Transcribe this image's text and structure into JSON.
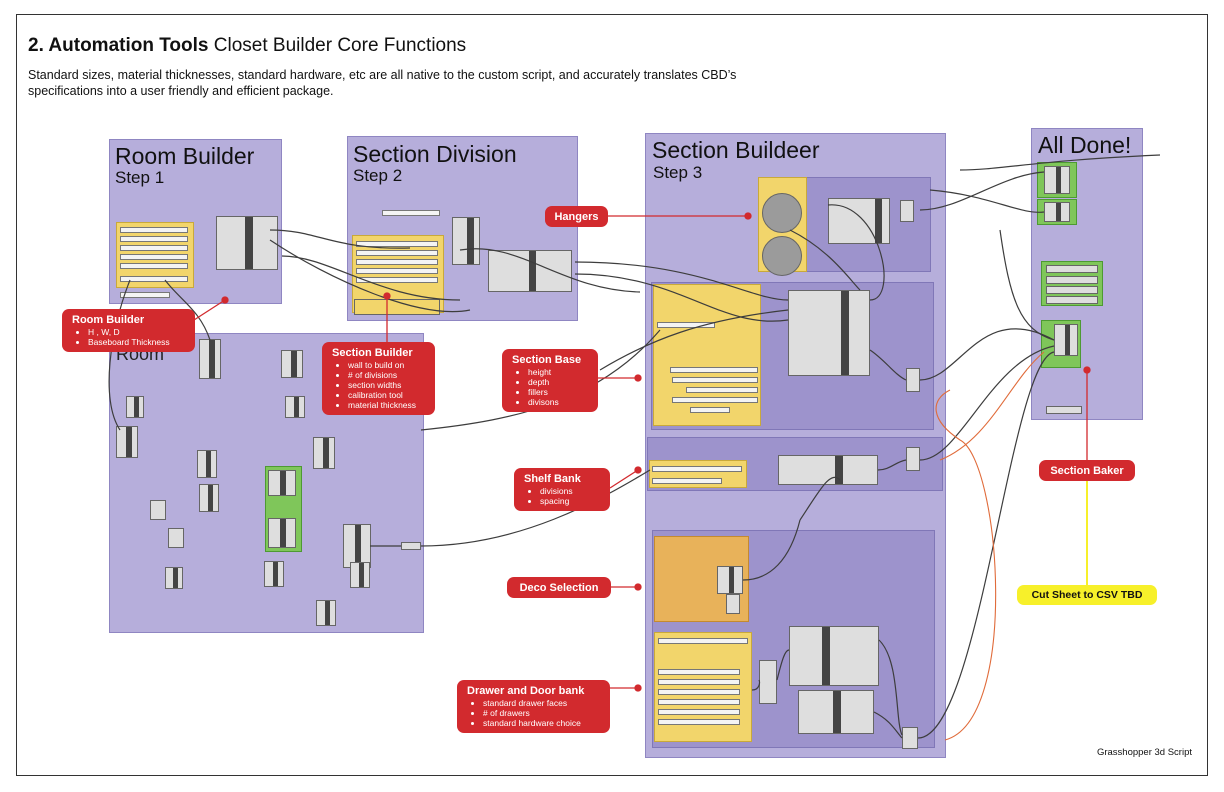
{
  "header": {
    "title_bold": "2. Automation Tools",
    "title_rest": " Closet Builder Core Functions",
    "subtitle": "Standard sizes, material thicknesses, standard hardware, etc are all native to the custom script, and accurately translates CBD’s specifications into a user friendly and efficient package."
  },
  "groups": {
    "room_builder": {
      "title": "Room Builder",
      "step": "Step 1"
    },
    "section_division": {
      "title": "Section Division",
      "step": "Step 2"
    },
    "section_builder": {
      "title": "Section  Buildeer",
      "step": "Step 3"
    },
    "all_done": {
      "title": "All Done!"
    },
    "room_partial": "Room"
  },
  "callouts": {
    "room_builder": {
      "title": "Room Builder",
      "items": [
        "H , W, D",
        "Baseboard Thickness"
      ]
    },
    "section_builder": {
      "title": "Section Builder",
      "items": [
        "wall to build on",
        "# of divisions",
        "section widths",
        "calibration tool",
        "material thickness"
      ]
    },
    "section_base": {
      "title": "Section Base",
      "items": [
        "height",
        "depth",
        "fillers",
        "divisons"
      ]
    },
    "shelf_bank": {
      "title": "Shelf Bank",
      "items": [
        "divisions",
        "spacing"
      ]
    },
    "drawer_door": {
      "title": "Drawer and Door bank",
      "items": [
        "standard drawer faces",
        "# of drawers",
        "standard hardware choice"
      ]
    },
    "hangers": "Hangers",
    "deco_selection": "Deco Selection",
    "section_baker": "Section Baker",
    "cut_sheet": "Cut Sheet to CSV TBD"
  },
  "footer": "Grasshopper 3d Script",
  "colors": {
    "callout": "#d22a2e",
    "group": "#b6aedb",
    "subgroup": "#9d93cc",
    "param": "#f2d56b",
    "green": "#7fc65a",
    "highlight": "#f7f02a"
  }
}
